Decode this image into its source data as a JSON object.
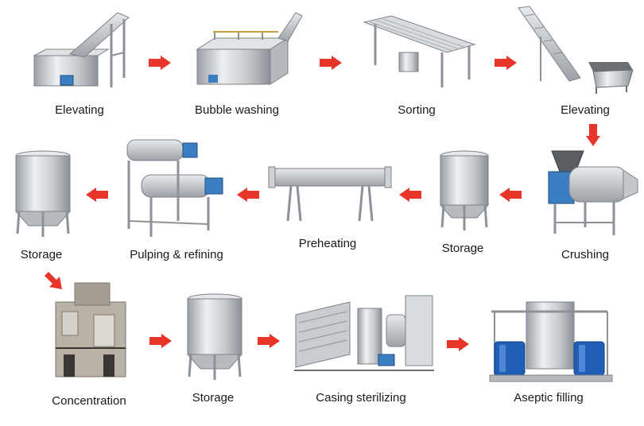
{
  "steps": [
    {
      "id": "elevating-1",
      "label": "Elevating"
    },
    {
      "id": "bubble-washing",
      "label": "Bubble washing"
    },
    {
      "id": "sorting",
      "label": "Sorting"
    },
    {
      "id": "elevating-2",
      "label": "Elevating"
    },
    {
      "id": "crushing",
      "label": "Crushing"
    },
    {
      "id": "storage-1",
      "label": "Storage"
    },
    {
      "id": "preheating",
      "label": "Preheating"
    },
    {
      "id": "pulping-refining",
      "label": "Pulping & refining"
    },
    {
      "id": "storage-2",
      "label": "Storage"
    },
    {
      "id": "concentration",
      "label": "Concentration"
    },
    {
      "id": "storage-3",
      "label": "Storage"
    },
    {
      "id": "casing-sterilizing",
      "label": "Casing sterilizing"
    },
    {
      "id": "aseptic-filling",
      "label": "Aseptic filling"
    }
  ],
  "colors": {
    "arrow": "#e8352a",
    "steel": "#c9ccd0",
    "steel_dark": "#8d9298",
    "motor": "#3a7fc4",
    "drum": "#1f5fb8",
    "building": "#a59d92"
  },
  "icons": {
    "arrow": "arrow-right-icon",
    "machine": "machine-illustration"
  }
}
